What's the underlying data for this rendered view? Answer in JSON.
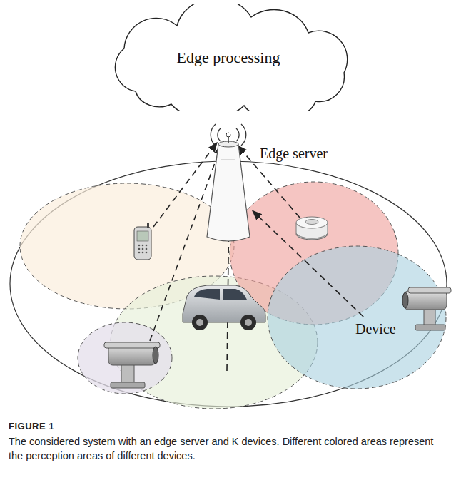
{
  "diagram": {
    "caption": "The considered system with an edge server and K devices. Different colored areas represent the perception areas of different devices.",
    "nodes": [
      {
        "text": [
          "Edge processing"
        ]
      },
      {
        "text": [
          "Edge server"
        ]
      },
      {
        "text": [
          "Device"
        ]
      }
    ],
    "edges": [
      {
        "from": 2,
        "to": 1,
        "arrow": "to"
      }
    ],
    "labels": [
      "FIGURE 1"
    ]
  }
}
